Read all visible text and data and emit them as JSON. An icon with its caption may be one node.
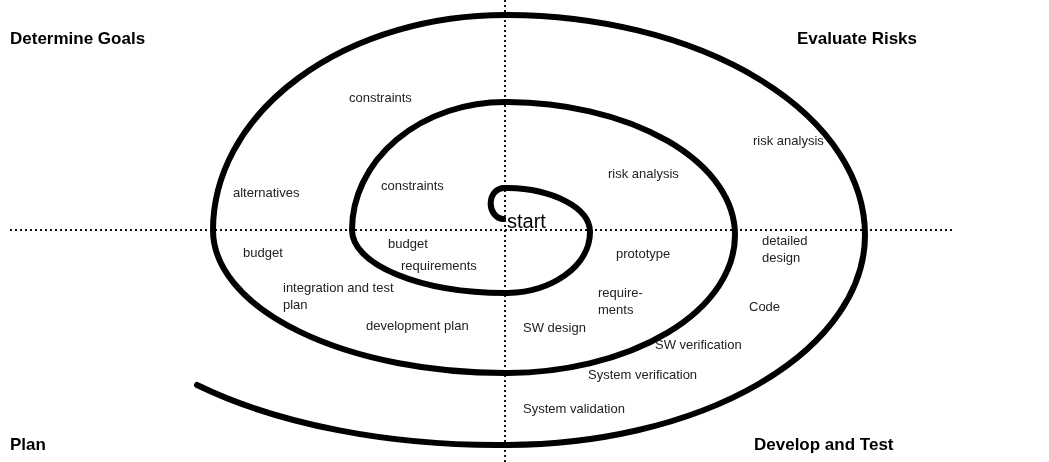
{
  "diagram": {
    "labels": [
      "Determine Goals",
      "Evaluate Risks",
      "constraints",
      "risk analysis",
      "alternatives",
      "constraints",
      "risk analysis",
      "start",
      "budget",
      "budget",
      "detailed design",
      "prototype",
      "requirements",
      "integration and test plan",
      "require- ments",
      "Code",
      "development plan",
      "SW design",
      "SW verification",
      "System verification",
      "System validation",
      "Plan",
      "Develop and Test"
    ]
  }
}
